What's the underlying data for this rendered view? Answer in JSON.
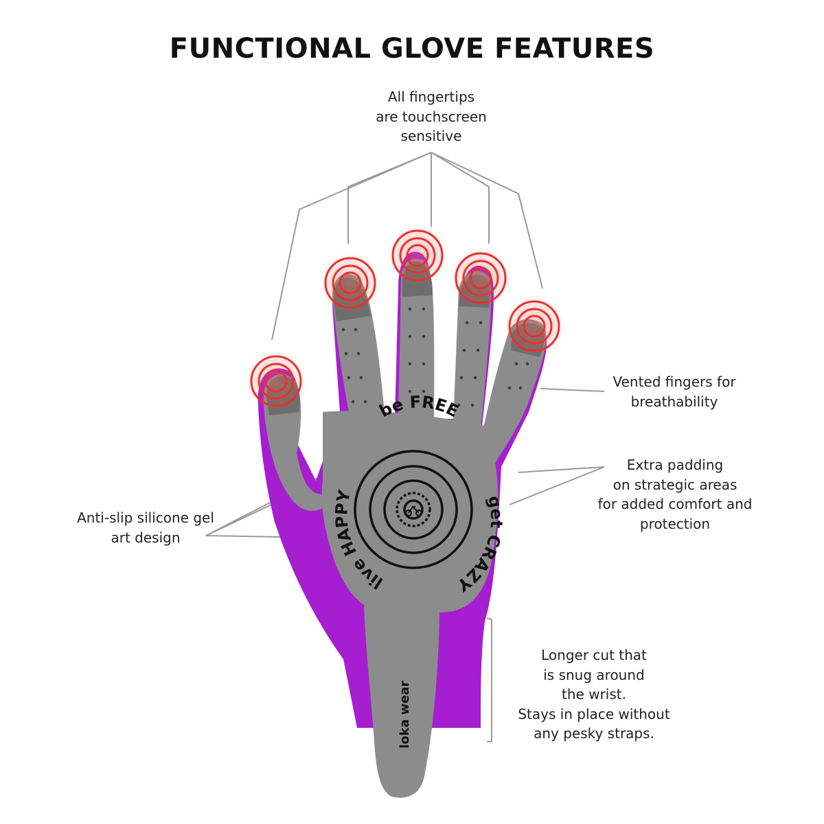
{
  "title": "FUNCTIONAL GLOVE FEATURES",
  "callouts": {
    "fingertips": [
      "All fingertips",
      "are touchscreen",
      "sensitive"
    ],
    "vented": [
      "Vented fingers for",
      "breathability"
    ],
    "padding": [
      "Extra padding",
      "on strategic areas",
      "for added comfort and",
      "protection"
    ],
    "antislip": [
      "Anti-slip silicone gel",
      "art design"
    ],
    "cut": [
      "Longer cut that",
      "is snug around",
      "the wrist.",
      "Stays in place without",
      "any pesky straps."
    ]
  },
  "palm_print": {
    "top": "be FREE",
    "right": "get CRAZY",
    "left": "live HAPPY",
    "brand": "loka wear"
  },
  "colors": {
    "glove_purple": "#a51fd0",
    "palm_grey": "#8c8c8c",
    "touch_ring": "#e8322b",
    "leader_line": "#9a9a9a"
  }
}
